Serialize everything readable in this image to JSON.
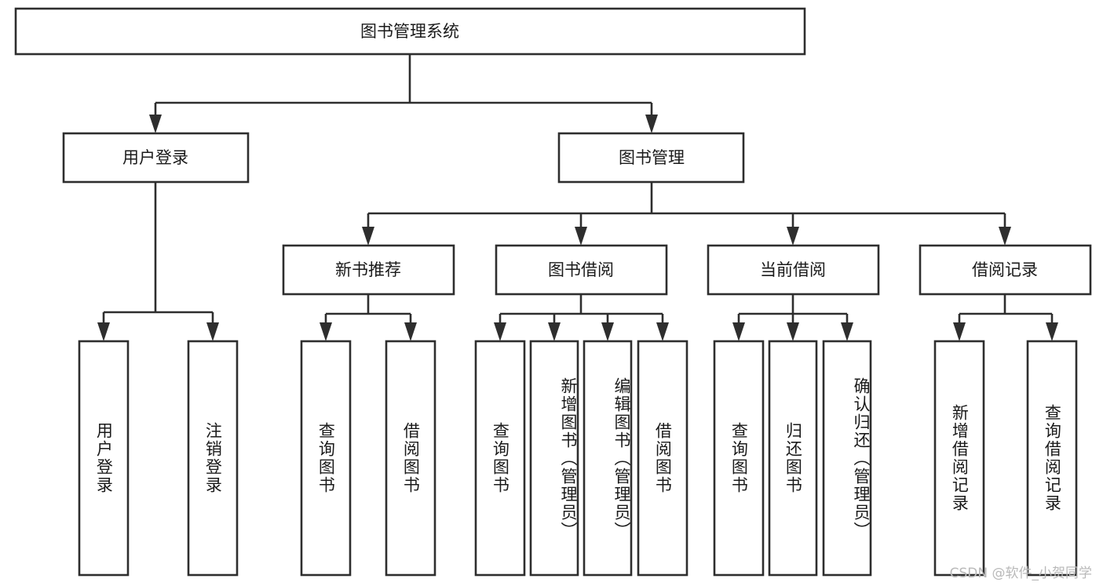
{
  "diagram": {
    "type": "tree",
    "title": "图书管理系统",
    "watermark": "CSDN @软件_小贺同学",
    "colors": {
      "stroke": "#2e2e2e",
      "fill": "#ffffff",
      "text": "#1a1a1a",
      "watermark": "#b9b9b9"
    },
    "root": {
      "label": "图书管理系统"
    },
    "level2": [
      {
        "label": "用户登录"
      },
      {
        "label": "图书管理"
      }
    ],
    "level3": [
      {
        "label": "新书推荐"
      },
      {
        "label": "图书借阅"
      },
      {
        "label": "当前借阅"
      },
      {
        "label": "借阅记录"
      }
    ],
    "leaves": [
      {
        "label": "用户登录"
      },
      {
        "label": "注销登录"
      },
      {
        "label": "查询图书"
      },
      {
        "label": "借阅图书"
      },
      {
        "label": "查询图书"
      },
      {
        "label": "新增图书（管理员）"
      },
      {
        "label": "编辑图书（管理员）"
      },
      {
        "label": "借阅图书"
      },
      {
        "label": "查询图书"
      },
      {
        "label": "归还图书"
      },
      {
        "label": "确认归还（管理员）"
      },
      {
        "label": "新增借阅记录"
      },
      {
        "label": "查询借阅记录"
      }
    ]
  }
}
